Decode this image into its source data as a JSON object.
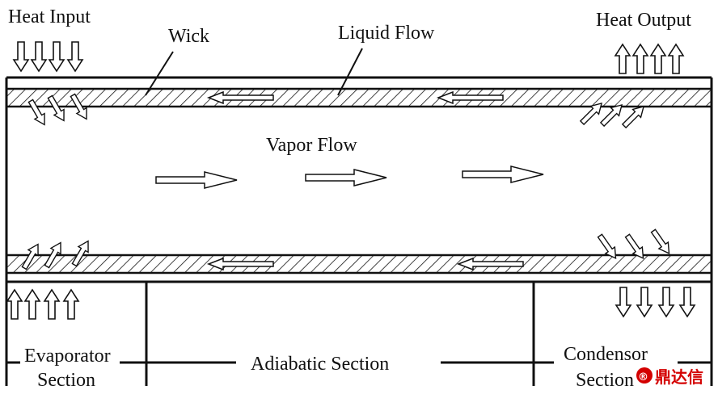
{
  "labels": {
    "heat_input": "Heat Input",
    "heat_output": "Heat Output",
    "wick": "Wick",
    "liquid_flow": "Liquid Flow",
    "vapor_flow": "Vapor Flow",
    "evaporator_line1": "Evaporator",
    "evaporator_line2": "Section",
    "adiabatic": "Adiabatic Section",
    "condensor_line1": "Condensor",
    "condensor_line2": "Section"
  },
  "watermark": {
    "text": "鼎达信",
    "color": "#d40000"
  },
  "colors": {
    "stroke": "#111111",
    "background": "#ffffff",
    "watermark_red": "#d40000"
  }
}
